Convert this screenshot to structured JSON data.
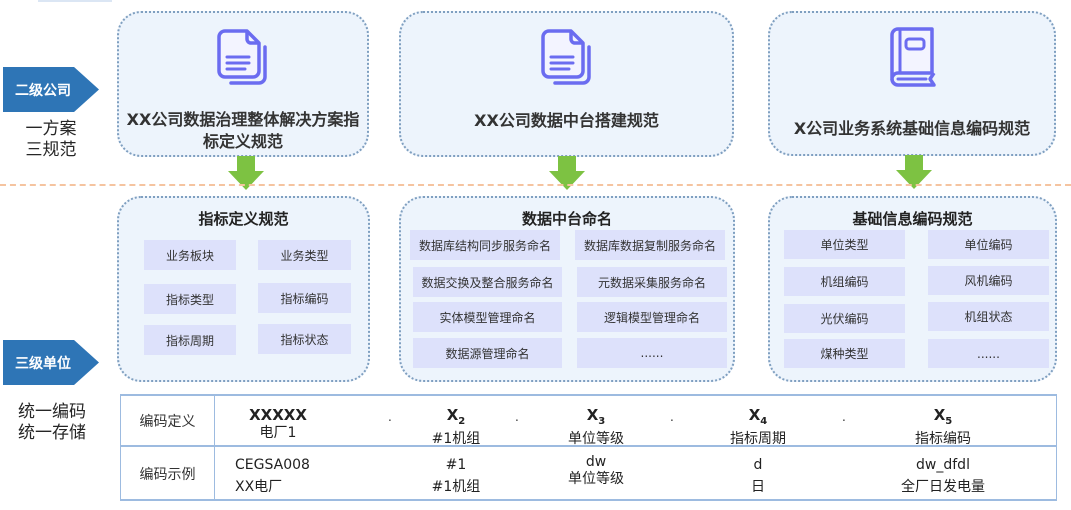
{
  "left_labels": {
    "level2": {
      "badge": "二级公司",
      "line1": "一方案",
      "line2": "三规范"
    },
    "level3": {
      "badge": "三级单位"
    },
    "bottom": {
      "line1": "统一编码",
      "line2": "统一存储"
    }
  },
  "top_cards": [
    {
      "icon": "document-icon",
      "title": "XX公司数据治理整体解决方案指标定义规范"
    },
    {
      "icon": "document-icon",
      "title": "XX公司数据中台搭建规范"
    },
    {
      "icon": "book-icon",
      "title": "X公司业务系统基础信息编码规范"
    }
  ],
  "lower_cards": [
    {
      "title": "指标定义规范",
      "items": [
        "业务板块",
        "业务类型",
        "指标类型",
        "指标编码",
        "指标周期",
        "指标状态"
      ]
    },
    {
      "title": "数据中台命名",
      "items": [
        "数据库结构同步服务命名",
        "数据库数据复制服务命名",
        "数据交换及整合服务命名",
        "元数据采集服务命名",
        "实体模型管理命名",
        "逻辑模型管理命名",
        "数据源管理命名",
        "......"
      ]
    },
    {
      "title": "基础信息编码规范",
      "items": [
        "单位类型",
        "单位编码",
        "机组编码",
        "风机编码",
        "光伏编码",
        "机组状态",
        "煤种类型",
        "......"
      ]
    }
  ],
  "code_table": {
    "row_labels": [
      "编码定义",
      "编码示例"
    ],
    "separator": ".",
    "definition": [
      {
        "code": "XXXXX",
        "sub": "",
        "desc": "电厂1"
      },
      {
        "code": "X",
        "sub": "2",
        "desc": "#1机组"
      },
      {
        "code": "X",
        "sub": "3",
        "desc": "单位等级"
      },
      {
        "code": "X",
        "sub": "4",
        "desc": "指标周期"
      },
      {
        "code": "X",
        "sub": "5",
        "desc": "指标编码"
      }
    ],
    "example": [
      {
        "value": "CEGSA008",
        "desc": "XX电厂"
      },
      {
        "value": "#1",
        "desc": "#1机组"
      },
      {
        "value": "dw",
        "desc": "单位等级"
      },
      {
        "value": "d",
        "desc": "日"
      },
      {
        "value": "dw_dfdl",
        "desc": "全厂日发电量"
      }
    ]
  },
  "colors": {
    "badge": "#2e75b6",
    "card_bg": "#edf4fc",
    "card_border": "#7f9fc0",
    "item_bg": "#dde1fb",
    "arrow": "#7dc242",
    "divider": "#f5c4a0",
    "icon": "#6b6cf0",
    "table_border": "#9dbbe0"
  }
}
